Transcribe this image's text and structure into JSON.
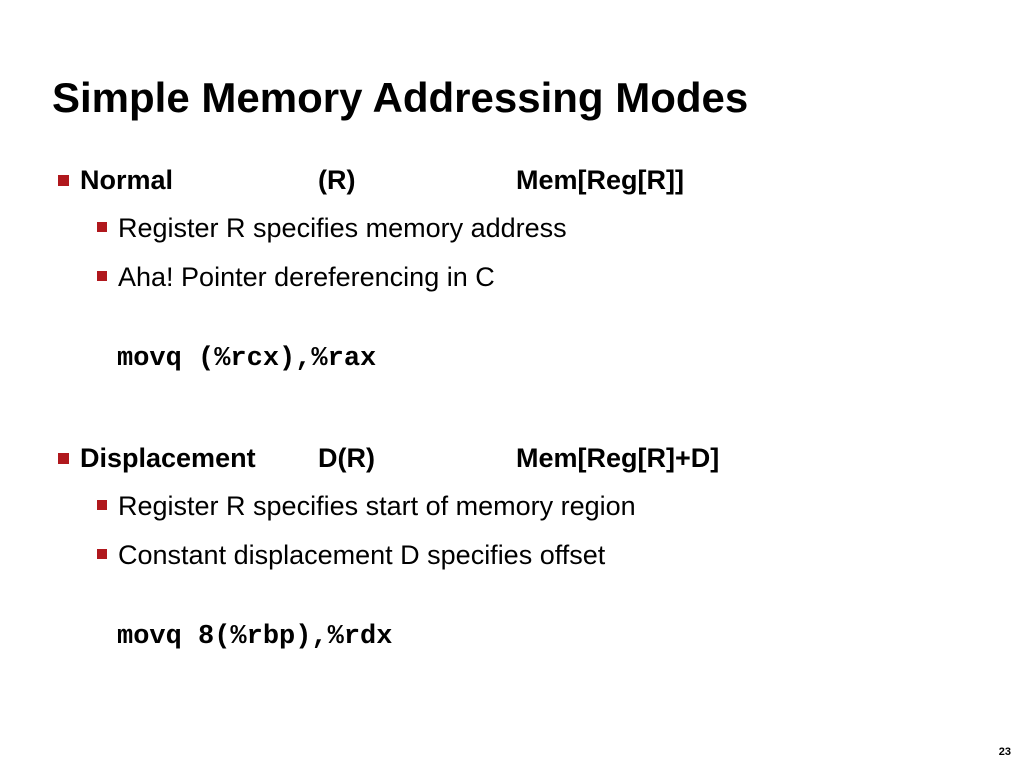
{
  "slide": {
    "title": "Simple Memory Addressing Modes",
    "page_number": "23"
  },
  "modes": [
    {
      "name": "Normal",
      "syntax": "(R)",
      "semantics": "Mem[Reg[R]]",
      "points": [
        "Register R specifies memory address",
        "Aha! Pointer dereferencing in C"
      ],
      "example": "movq (%rcx),%rax"
    },
    {
      "name": "Displacement",
      "syntax": "D(R)",
      "semantics": "Mem[Reg[R]+D]",
      "points": [
        "Register R specifies start of memory region",
        "Constant displacement D specifies offset"
      ],
      "example": "movq 8(%rbp),%rdx"
    }
  ],
  "colors": {
    "bullet": "#b0181d",
    "text": "#000000",
    "background": "#ffffff"
  }
}
